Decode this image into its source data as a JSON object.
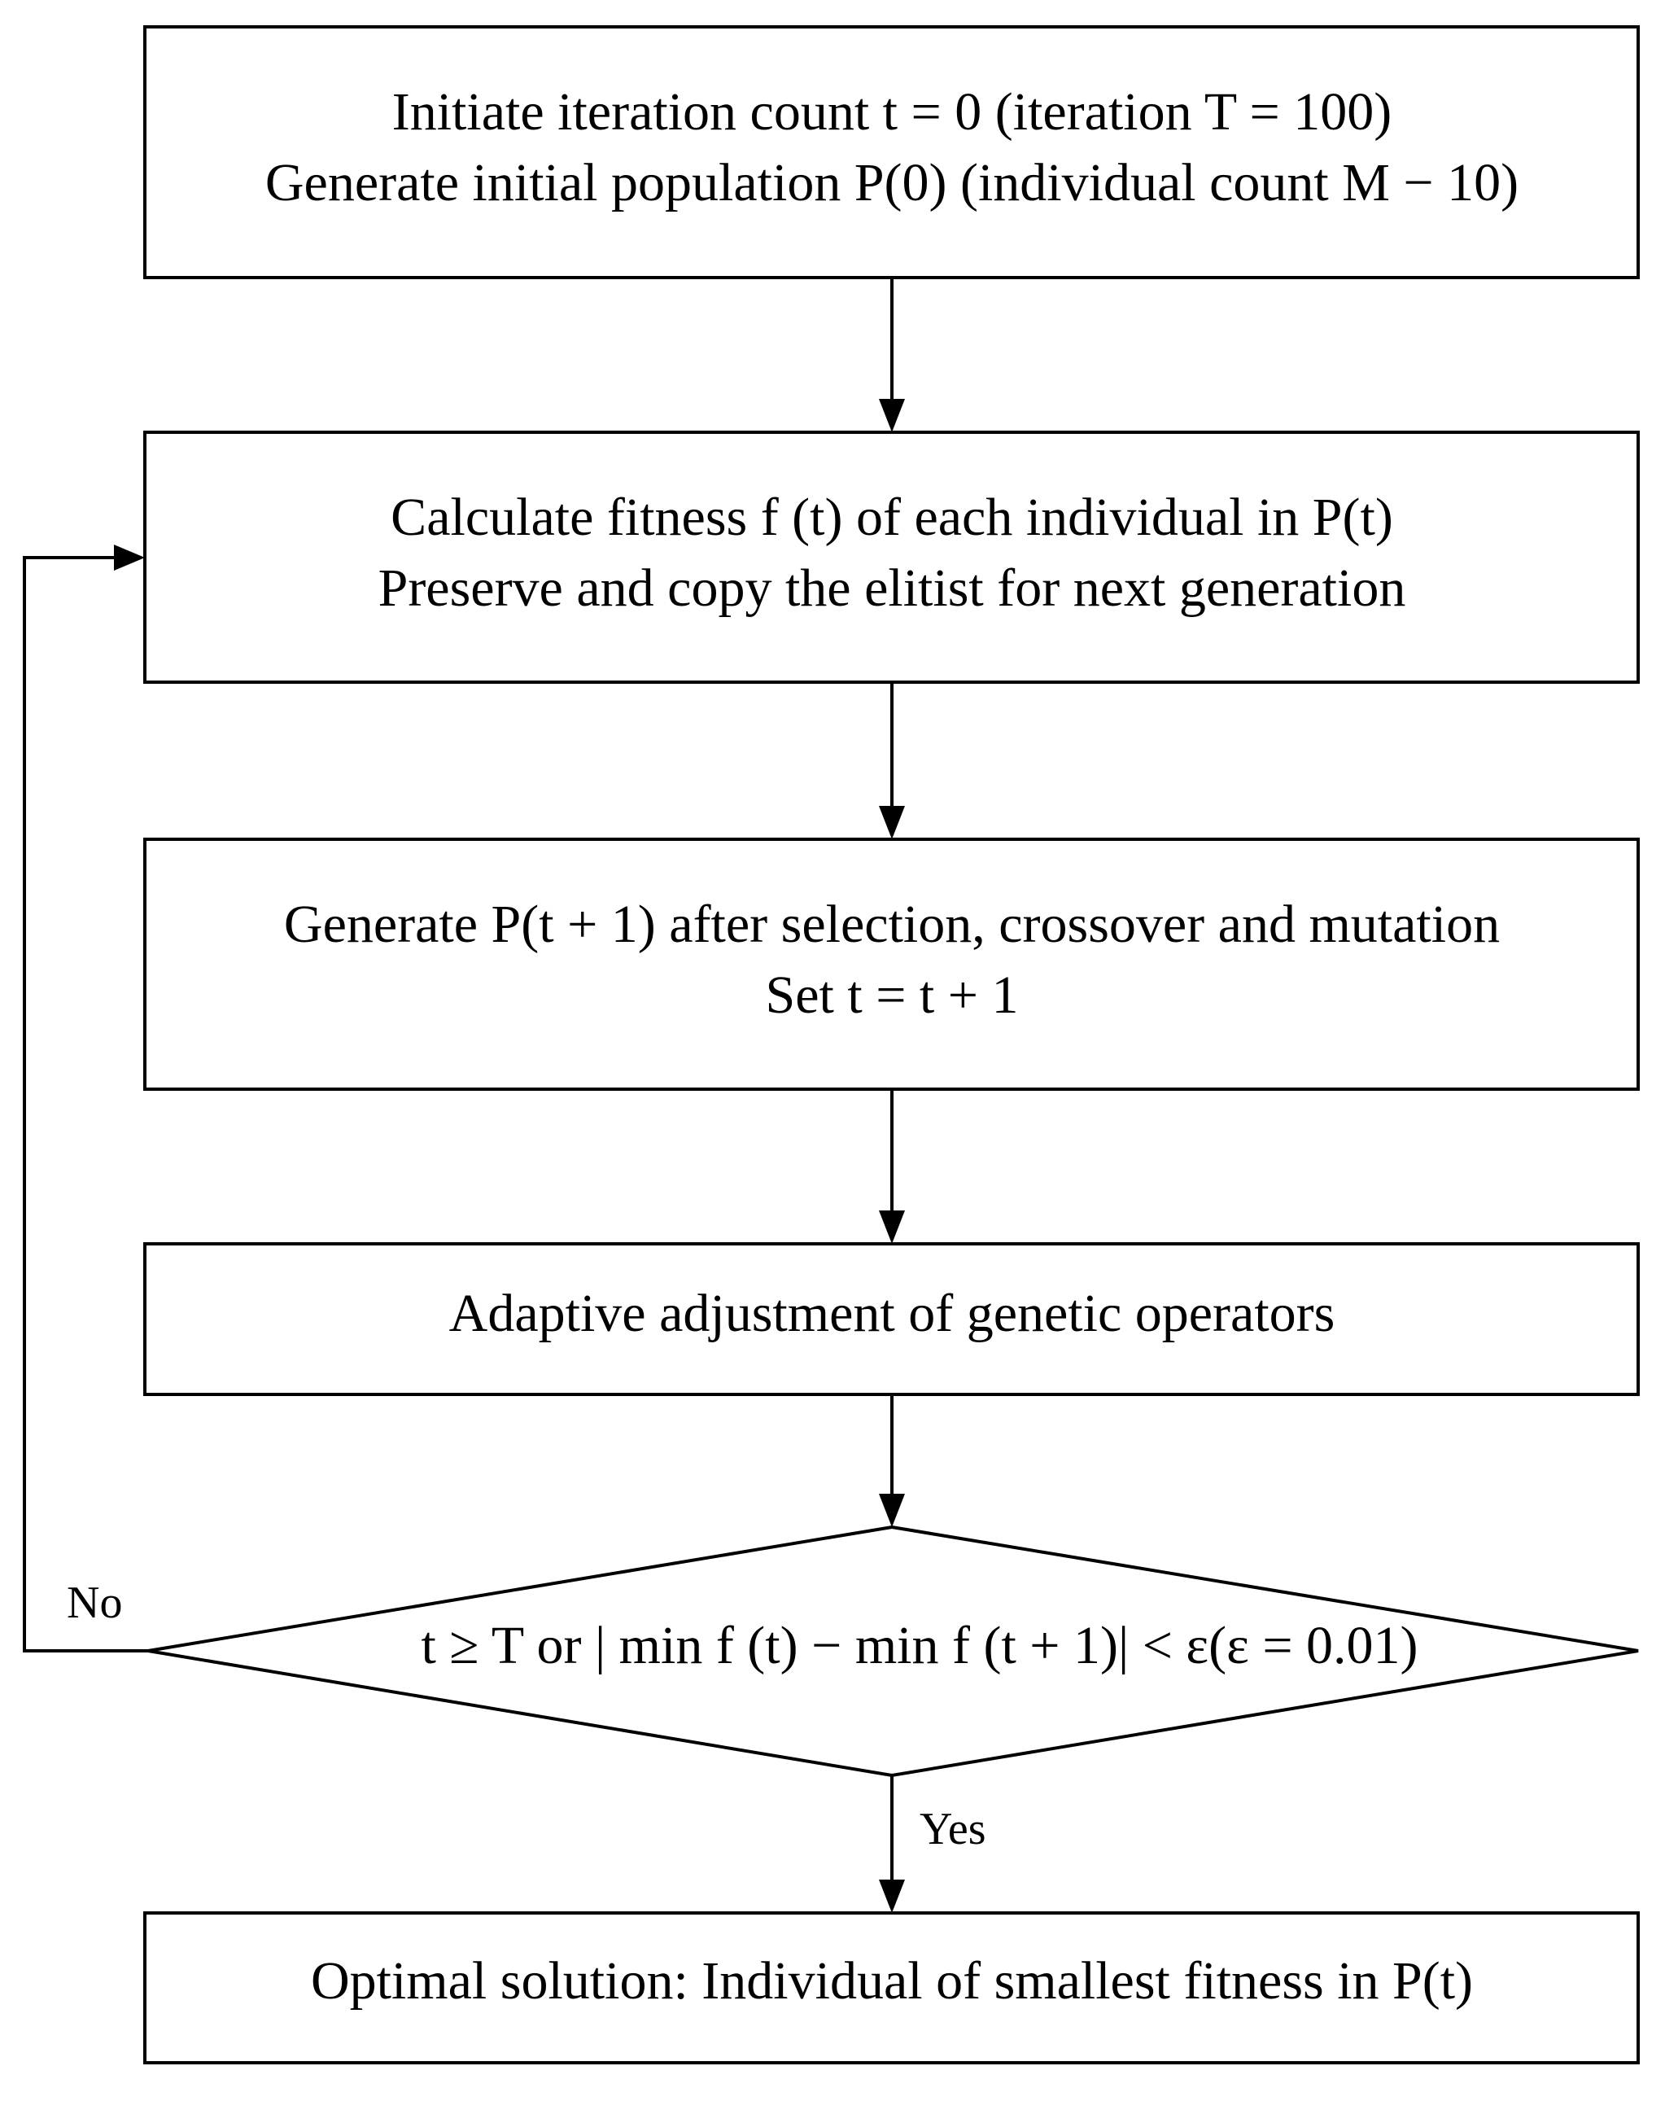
{
  "flowchart": {
    "steps": [
      {
        "lines": [
          "Initiate iteration count t = 0 (iteration T = 100)",
          "Generate initial population P(0) (individual count M − 10)"
        ]
      },
      {
        "lines": [
          "Calculate fitness f (t) of each individual in P(t)",
          "Preserve and copy the elitist for next generation"
        ]
      },
      {
        "lines": [
          "Generate  P(t + 1)  after selection, crossover and mutation",
          "Set  t = t + 1"
        ]
      },
      {
        "lines": [
          "Adaptive adjustment of genetic operators"
        ]
      }
    ],
    "decision": {
      "text": "t ≥ T or  | min f (t) − min f (t + 1)| < ε(ε = 0.01)"
    },
    "no_label": "No",
    "yes_label": "Yes",
    "result": {
      "text": "Optimal solution: Individual of smallest fitness in  P(t)"
    }
  }
}
